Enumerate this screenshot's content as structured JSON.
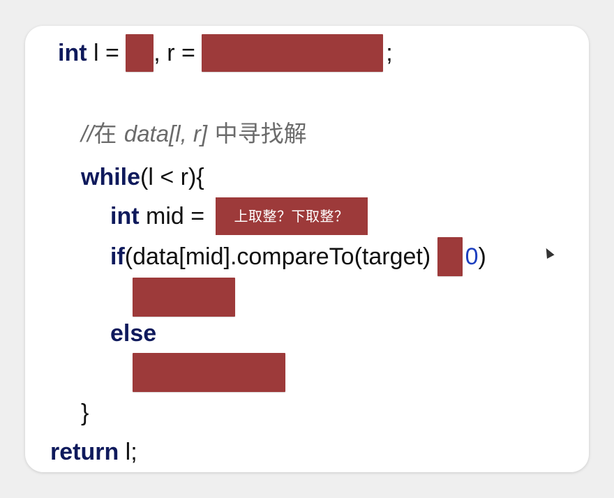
{
  "code": {
    "line1": {
      "kw": "int",
      "a": " l = ",
      "b": ", r = ",
      "c": ";"
    },
    "comment": {
      "slashes": "//",
      "cjk1": "在 ",
      "mid": "data[l, r]",
      "cjk2": " 中寻找解"
    },
    "line_while": {
      "kw": "while",
      "rest": "(l < r){"
    },
    "line_mid": {
      "kw": "int",
      "rest": " mid = ",
      "hint": "上取整？下取整？"
    },
    "line_if": {
      "kw": "if",
      "rest": "(data[mid].compareTo(target) ",
      "num": "0",
      "close": ")"
    },
    "line_else": {
      "kw": "else"
    },
    "line_close": {
      "text": "}"
    },
    "line_return": {
      "kw": "return",
      "rest": " l;"
    }
  },
  "colors": {
    "mask": "#9d3a3a",
    "keyword": "#0f1a5c",
    "number": "#1d3fbf",
    "comment": "#6b6b6b"
  }
}
